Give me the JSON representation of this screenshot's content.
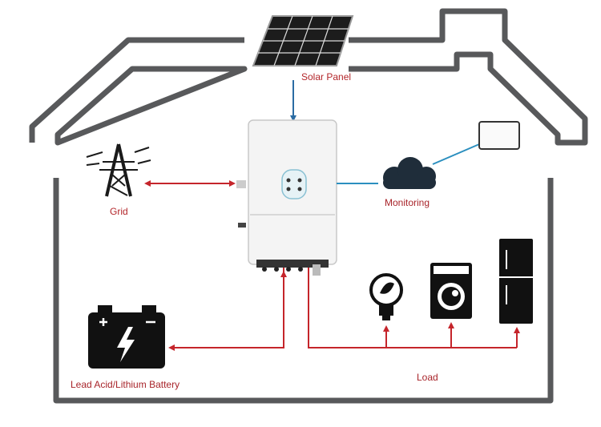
{
  "labels": {
    "solar_panel": "Solar Panel",
    "grid": "Grid",
    "monitoring": "Monitoring",
    "battery": "Lead Acid/Lithium Battery",
    "load": "Load"
  },
  "colors": {
    "house_outline": "#58595b",
    "grid_arrow": "#c5252b",
    "battery_arrow": "#c5252b",
    "load_line": "#c5252b",
    "solar_arrow": "#2b6ca3",
    "monitor_line": "#2b8fbf",
    "inverter_body": "#f4f4f4",
    "icon_fill": "#111111"
  },
  "icons": [
    "solar-panel-icon",
    "power-tower-icon",
    "inverter-icon",
    "cloud-icon",
    "tablet-icon",
    "battery-icon",
    "light-bulb-icon",
    "washing-machine-icon",
    "refrigerator-icon"
  ]
}
